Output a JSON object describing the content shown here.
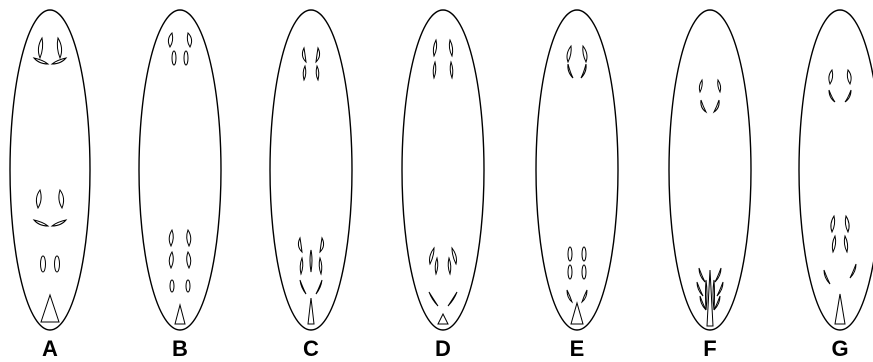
{
  "panels": [
    {
      "label": "A"
    },
    {
      "label": "B"
    },
    {
      "label": "C"
    },
    {
      "label": "D"
    },
    {
      "label": "E"
    },
    {
      "label": "F"
    },
    {
      "label": "G"
    }
  ],
  "colors": {
    "ink": "#000000",
    "background": "#ffffff"
  }
}
